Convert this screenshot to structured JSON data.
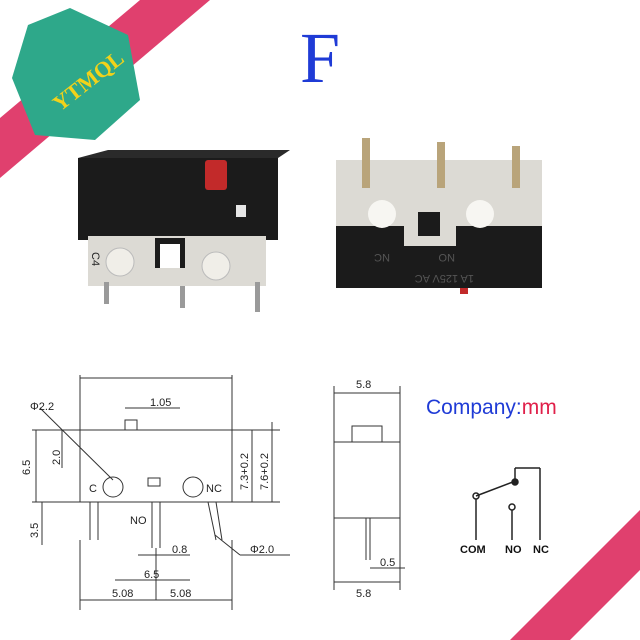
{
  "brand": {
    "logo_text": "YTMQL",
    "colors": {
      "ribbon": "#e0406e",
      "hexagon": "#2ea88a",
      "logo_text": "#f2d21a"
    }
  },
  "variant": {
    "letter": "F",
    "color": "#1f3bd6"
  },
  "product_photo": {
    "body_color": "#1b1b1b",
    "base_color": "#dcdad4",
    "actuator_color": "#c22a2a",
    "front_marking": "C4",
    "back_markings": [
      "NC",
      "NO",
      "1A 125V AC"
    ]
  },
  "units": {
    "prefix": "Company:",
    "value": "mm",
    "prefix_color": "#1f3bd6",
    "value_color": "#e0204a"
  },
  "front_view": {
    "dimensions": [
      "Φ2.2",
      "1.05",
      "6.5",
      "2.0",
      "7.3+0.2",
      "7.6+0.2",
      "3.5",
      "0.8",
      "6.5",
      "5.08",
      "5.08",
      "Φ2.0"
    ],
    "terminal_labels": [
      "C",
      "NO",
      "NC"
    ]
  },
  "side_view": {
    "dimensions": [
      "5.8",
      "5.8",
      "0.5"
    ]
  },
  "schematic": {
    "labels": [
      "COM",
      "NO",
      "NC"
    ]
  }
}
